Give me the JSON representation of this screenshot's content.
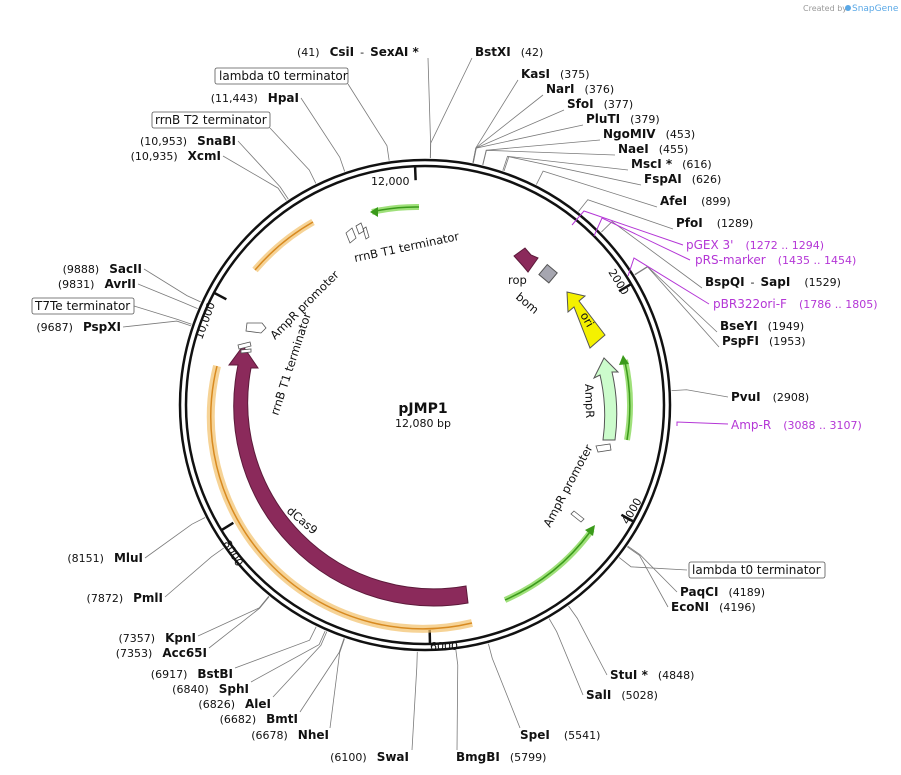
{
  "credit": {
    "prefix": "Created by",
    "brand": "SnapGene"
  },
  "plasmid": {
    "name": "pJMP1",
    "size_label": "12,080 bp"
  },
  "ticks": [
    "12,000",
    "2000",
    "4000",
    "6000",
    "8000",
    "10,000"
  ],
  "sites": [
    {
      "name": "CsiI",
      "extra": "SexAI *",
      "pos": "(41)"
    },
    {
      "name": "BstXI",
      "pos": "(42)"
    },
    {
      "name": "KasI",
      "pos": "(375)"
    },
    {
      "name": "NarI",
      "pos": "(376)"
    },
    {
      "name": "SfoI",
      "pos": "(377)"
    },
    {
      "name": "PluTI",
      "pos": "(379)"
    },
    {
      "name": "NgoMIV",
      "pos": "(453)"
    },
    {
      "name": "NaeI",
      "pos": "(455)"
    },
    {
      "name": "MscI *",
      "pos": "(616)"
    },
    {
      "name": "FspAI",
      "pos": "(626)"
    },
    {
      "name": "AfeI",
      "pos": "(899)"
    },
    {
      "name": "PfoI",
      "pos": "(1289)"
    },
    {
      "name": "BspQI",
      "extra": "SapI",
      "pos": "(1529)"
    },
    {
      "name": "BseYI",
      "pos": "(1949)"
    },
    {
      "name": "PspFI",
      "pos": "(1953)"
    },
    {
      "name": "PvuI",
      "pos": "(2908)"
    },
    {
      "name": "PaqCI",
      "pos": "(4189)"
    },
    {
      "name": "EcoNI",
      "pos": "(4196)"
    },
    {
      "name": "StuI *",
      "pos": "(4848)"
    },
    {
      "name": "SalI",
      "pos": "(5028)"
    },
    {
      "name": "SpeI",
      "pos": "(5541)"
    },
    {
      "name": "BmgBI",
      "pos": "(5799)"
    },
    {
      "name": "SwaI",
      "pos": "(6100)"
    },
    {
      "name": "NheI",
      "pos": "(6678)"
    },
    {
      "name": "BmtI",
      "pos": "(6682)"
    },
    {
      "name": "AleI",
      "pos": "(6826)"
    },
    {
      "name": "SphI",
      "pos": "(6840)"
    },
    {
      "name": "BstBI",
      "pos": "(6917)"
    },
    {
      "name": "Acc65I",
      "pos": "(7353)"
    },
    {
      "name": "KpnI",
      "pos": "(7357)"
    },
    {
      "name": "PmlI",
      "pos": "(7872)"
    },
    {
      "name": "MluI",
      "pos": "(8151)"
    },
    {
      "name": "PspXI",
      "pos": "(9687)"
    },
    {
      "name": "AvrII",
      "pos": "(9831)"
    },
    {
      "name": "SacII",
      "pos": "(9888)"
    },
    {
      "name": "XcmI",
      "pos": "(10,935)"
    },
    {
      "name": "SnaBI",
      "pos": "(10,953)"
    },
    {
      "name": "HpaI",
      "pos": "(11,443)"
    }
  ],
  "primers": [
    {
      "name": "pGEX 3'",
      "pos": "(1272 .. 1294)"
    },
    {
      "name": "pRS-marker",
      "pos": "(1435 .. 1454)"
    },
    {
      "name": "pBR322ori-F",
      "pos": "(1786 .. 1805)"
    },
    {
      "name": "Amp-R",
      "pos": "(3088 .. 3107)"
    }
  ],
  "boxed_features": [
    {
      "label": "lambda t0 terminator"
    },
    {
      "label": "rrnB T2 terminator"
    },
    {
      "label": "T7Te terminator"
    },
    {
      "label": "lambda t0 terminator"
    }
  ],
  "features": {
    "rrnB_T1_a": "rrnB T1 terminator",
    "rop": "rop",
    "bom": "bom",
    "ori": "ori",
    "ampr_promoter_a": "AmpR promoter",
    "rrnB_T1_b": "rrnB T1 terminator",
    "ampr": "AmpR",
    "ampr_promoter_b": "AmpR promoter",
    "dcas9": "dCas9"
  },
  "colors": {
    "dcas9": "#8b2a5b",
    "ori": "#f4f100",
    "ampr": "#ccfccc",
    "rop": "#8b2a5b",
    "bom": "#a6a6b0",
    "orf_green": "#3a9a1a",
    "orf_orange": "#e8a030",
    "primer": "#b436d6"
  }
}
